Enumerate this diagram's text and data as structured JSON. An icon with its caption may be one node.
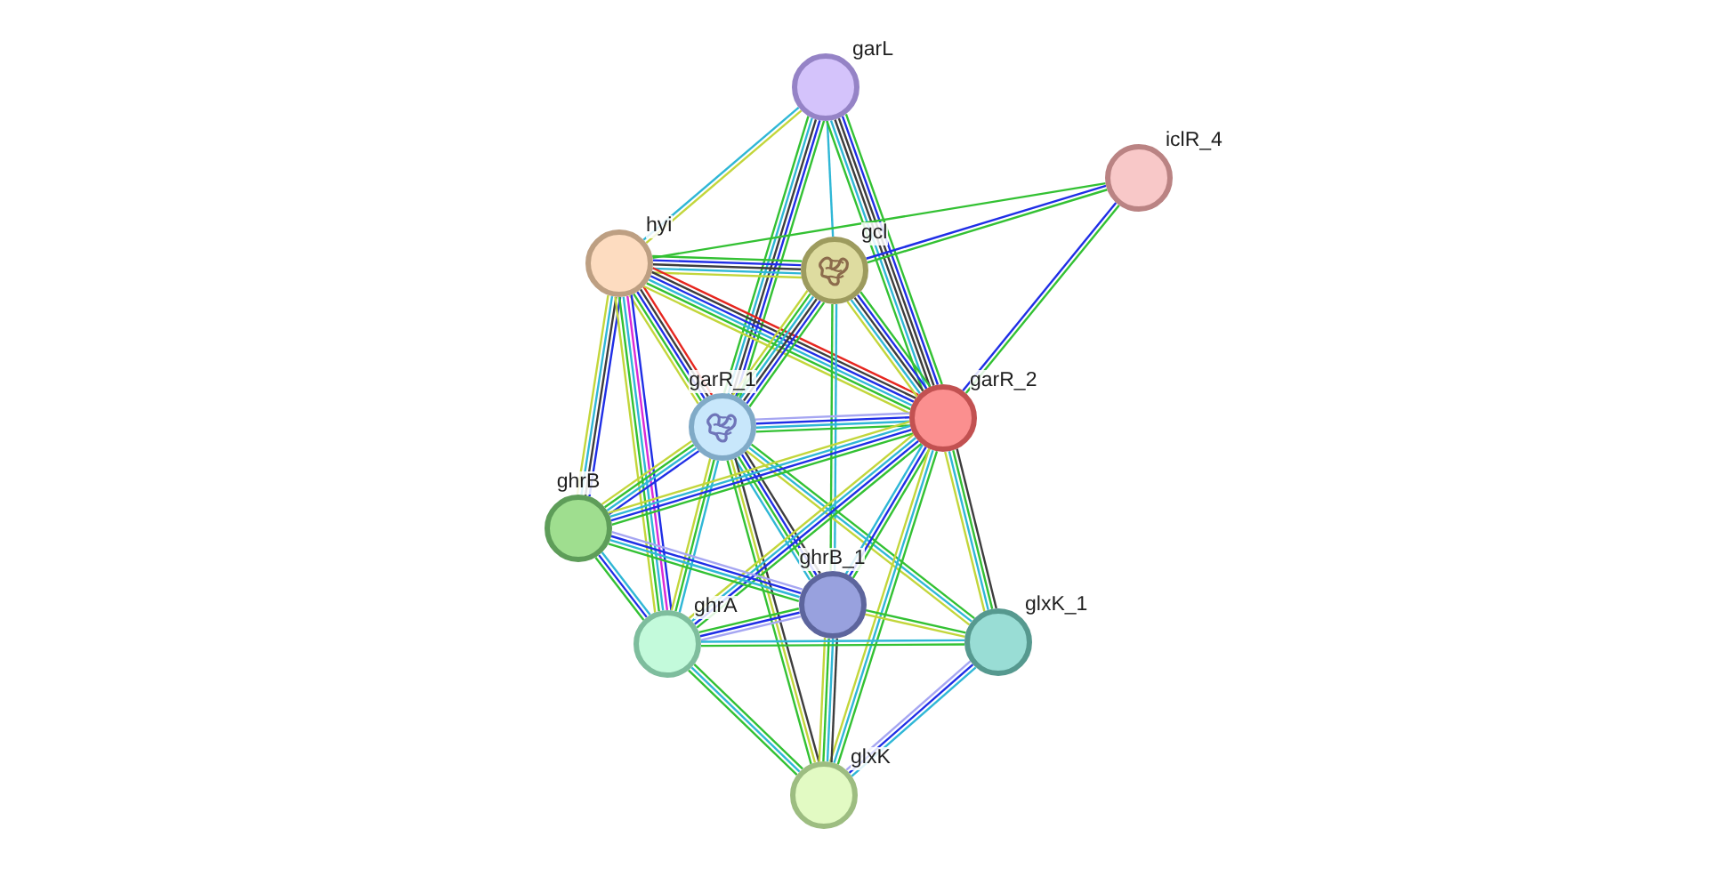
{
  "diagram": {
    "nodes": [
      {
        "text": [
          "garL"
        ]
      },
      {
        "text": [
          "iclR_4"
        ]
      },
      {
        "text": [
          "hyi"
        ]
      },
      {
        "text": [
          "gcl"
        ]
      },
      {
        "text": [
          "garR_1"
        ]
      },
      {
        "text": [
          "garR_2"
        ]
      },
      {
        "text": [
          "ghrB"
        ]
      },
      {
        "text": [
          "ghrB_1"
        ]
      },
      {
        "text": [
          "ghrA"
        ]
      },
      {
        "text": [
          "glxK_1"
        ]
      },
      {
        "text": [
          "glxK"
        ]
      }
    ],
    "edges": [
      {
        "from": 0,
        "to": 2,
        "arrow": "none",
        "color": "#c3d63b"
      },
      {
        "from": 0,
        "to": 2,
        "arrow": "none",
        "color": "#2fb7d6"
      },
      {
        "from": 0,
        "to": 3,
        "arrow": "none",
        "color": "#2fb7d6"
      },
      {
        "from": 0,
        "to": 4,
        "arrow": "none"
      },
      {
        "from": 0,
        "to": 4,
        "arrow": "none",
        "color": "#1f2ee6"
      },
      {
        "from": 0,
        "to": 4,
        "arrow": "none",
        "color": "#3d3d3d"
      },
      {
        "from": 0,
        "to": 4,
        "arrow": "none",
        "color": "#2fb7d6"
      },
      {
        "from": 0,
        "to": 4,
        "arrow": "none"
      },
      {
        "from": 0,
        "to": 5,
        "arrow": "none"
      },
      {
        "from": 0,
        "to": 5,
        "arrow": "none",
        "color": "#1f2ee6"
      },
      {
        "from": 0,
        "to": 5,
        "arrow": "none",
        "color": "#3d3d3d"
      },
      {
        "from": 0,
        "to": 5,
        "arrow": "none",
        "color": "#3d3d3d"
      },
      {
        "from": 0,
        "to": 5,
        "arrow": "none",
        "color": "#2fb7d6"
      },
      {
        "from": 0,
        "to": 5,
        "arrow": "none"
      },
      {
        "from": 1,
        "to": 2,
        "arrow": "none"
      },
      {
        "from": 1,
        "to": 3,
        "arrow": "none"
      },
      {
        "from": 1,
        "to": 3,
        "arrow": "none",
        "color": "#1f2ee6"
      },
      {
        "from": 1,
        "to": 5,
        "arrow": "none"
      },
      {
        "from": 1,
        "to": 5,
        "arrow": "none",
        "color": "#1f2ee6"
      },
      {
        "from": 2,
        "to": 3,
        "arrow": "none"
      },
      {
        "from": 2,
        "to": 3,
        "arrow": "none",
        "color": "#1f2ee6"
      },
      {
        "from": 2,
        "to": 3,
        "arrow": "none",
        "color": "#3d3d3d"
      },
      {
        "from": 2,
        "to": 3,
        "arrow": "none",
        "color": "#2fb7d6"
      },
      {
        "from": 2,
        "to": 3,
        "arrow": "none",
        "color": "#c3d63b"
      },
      {
        "from": 2,
        "to": 4,
        "arrow": "none",
        "color": "#e6261f"
      },
      {
        "from": 2,
        "to": 4,
        "arrow": "none",
        "color": "#3d3d3d"
      },
      {
        "from": 2,
        "to": 4,
        "arrow": "none",
        "color": "#1f2ee6"
      },
      {
        "from": 2,
        "to": 4,
        "arrow": "none"
      },
      {
        "from": 2,
        "to": 4,
        "arrow": "none",
        "color": "#c3d63b"
      },
      {
        "from": 2,
        "to": 5,
        "arrow": "none",
        "color": "#e6261f"
      },
      {
        "from": 2,
        "to": 5,
        "arrow": "none",
        "color": "#3d3d3d"
      },
      {
        "from": 2,
        "to": 5,
        "arrow": "none",
        "color": "#1f2ee6"
      },
      {
        "from": 2,
        "to": 5,
        "arrow": "none",
        "color": "#2fb7d6"
      },
      {
        "from": 2,
        "to": 5,
        "arrow": "none"
      },
      {
        "from": 2,
        "to": 5,
        "arrow": "none",
        "color": "#c3d63b"
      },
      {
        "from": 2,
        "to": 6,
        "arrow": "none",
        "color": "#1f2ee6"
      },
      {
        "from": 2,
        "to": 6,
        "arrow": "none",
        "color": "#3d3d3d"
      },
      {
        "from": 2,
        "to": 6,
        "arrow": "none",
        "color": "#2fb7d6"
      },
      {
        "from": 2,
        "to": 6,
        "arrow": "none",
        "color": "#c3d63b"
      },
      {
        "from": 2,
        "to": 8,
        "arrow": "none",
        "color": "#1f2ee6"
      },
      {
        "from": 2,
        "to": 8,
        "arrow": "none",
        "color": "#d82ad8"
      },
      {
        "from": 2,
        "to": 8,
        "arrow": "none",
        "color": "#2fb7d6"
      },
      {
        "from": 2,
        "to": 8,
        "arrow": "none"
      },
      {
        "from": 2,
        "to": 8,
        "arrow": "none",
        "color": "#c3d63b"
      },
      {
        "from": 3,
        "to": 4,
        "arrow": "none"
      },
      {
        "from": 3,
        "to": 4,
        "arrow": "none",
        "color": "#1f2ee6"
      },
      {
        "from": 3,
        "to": 4,
        "arrow": "none",
        "color": "#3d3d3d"
      },
      {
        "from": 3,
        "to": 4,
        "arrow": "none",
        "color": "#2fb7d6"
      },
      {
        "from": 3,
        "to": 4,
        "arrow": "none"
      },
      {
        "from": 3,
        "to": 4,
        "arrow": "none",
        "color": "#c3d63b"
      },
      {
        "from": 3,
        "to": 5,
        "arrow": "none"
      },
      {
        "from": 3,
        "to": 5,
        "arrow": "none",
        "color": "#1f2ee6"
      },
      {
        "from": 3,
        "to": 5,
        "arrow": "none",
        "color": "#3d3d3d"
      },
      {
        "from": 3,
        "to": 5,
        "arrow": "none",
        "color": "#2fb7d6"
      },
      {
        "from": 3,
        "to": 5,
        "arrow": "none",
        "color": "#c3d63b"
      },
      {
        "from": 3,
        "to": 7,
        "arrow": "none",
        "color": "#2fb7d6"
      },
      {
        "from": 3,
        "to": 7,
        "arrow": "none"
      },
      {
        "from": 4,
        "to": 5,
        "arrow": "none",
        "color": "#a6a6f2"
      },
      {
        "from": 4,
        "to": 5,
        "arrow": "none",
        "color": "#1f2ee6"
      },
      {
        "from": 4,
        "to": 5,
        "arrow": "none",
        "color": "#2fb7d6"
      },
      {
        "from": 4,
        "to": 5,
        "arrow": "none"
      },
      {
        "from": 4,
        "to": 6,
        "arrow": "none",
        "color": "#1f2ee6"
      },
      {
        "from": 4,
        "to": 6,
        "arrow": "none",
        "color": "#2fb7d6"
      },
      {
        "from": 4,
        "to": 6,
        "arrow": "none"
      },
      {
        "from": 4,
        "to": 6,
        "arrow": "none",
        "color": "#c3d63b"
      },
      {
        "from": 4,
        "to": 7,
        "arrow": "none",
        "color": "#3d3d3d"
      },
      {
        "from": 4,
        "to": 7,
        "arrow": "none",
        "color": "#1f2ee6"
      },
      {
        "from": 4,
        "to": 7,
        "arrow": "none"
      },
      {
        "from": 4,
        "to": 7,
        "arrow": "none",
        "color": "#2fb7d6"
      },
      {
        "from": 4,
        "to": 8,
        "arrow": "none",
        "color": "#2fb7d6"
      },
      {
        "from": 4,
        "to": 8,
        "arrow": "none"
      },
      {
        "from": 4,
        "to": 8,
        "arrow": "none",
        "color": "#c3d63b"
      },
      {
        "from": 4,
        "to": 9,
        "arrow": "none"
      },
      {
        "from": 4,
        "to": 9,
        "arrow": "none",
        "color": "#2fb7d6"
      },
      {
        "from": 4,
        "to": 9,
        "arrow": "none",
        "color": "#c3d63b"
      },
      {
        "from": 4,
        "to": 10,
        "arrow": "none",
        "color": "#3d3d3d"
      },
      {
        "from": 4,
        "to": 10,
        "arrow": "none",
        "color": "#c3d63b"
      },
      {
        "from": 4,
        "to": 10,
        "arrow": "none"
      },
      {
        "from": 5,
        "to": 6,
        "arrow": "none"
      },
      {
        "from": 5,
        "to": 6,
        "arrow": "none",
        "color": "#1f2ee6"
      },
      {
        "from": 5,
        "to": 6,
        "arrow": "none",
        "color": "#2fb7d6"
      },
      {
        "from": 5,
        "to": 6,
        "arrow": "none",
        "color": "#c3d63b"
      },
      {
        "from": 5,
        "to": 7,
        "arrow": "none"
      },
      {
        "from": 5,
        "to": 7,
        "arrow": "none",
        "color": "#1f2ee6"
      },
      {
        "from": 5,
        "to": 7,
        "arrow": "none",
        "color": "#2fb7d6"
      },
      {
        "from": 5,
        "to": 8,
        "arrow": "none"
      },
      {
        "from": 5,
        "to": 8,
        "arrow": "none",
        "color": "#1f2ee6"
      },
      {
        "from": 5,
        "to": 8,
        "arrow": "none",
        "color": "#2fb7d6"
      },
      {
        "from": 5,
        "to": 8,
        "arrow": "none",
        "color": "#c3d63b"
      },
      {
        "from": 5,
        "to": 9,
        "arrow": "none",
        "color": "#3d3d3d"
      },
      {
        "from": 5,
        "to": 9,
        "arrow": "none"
      },
      {
        "from": 5,
        "to": 9,
        "arrow": "none",
        "color": "#2fb7d6"
      },
      {
        "from": 5,
        "to": 9,
        "arrow": "none",
        "color": "#c3d63b"
      },
      {
        "from": 5,
        "to": 10,
        "arrow": "none"
      },
      {
        "from": 5,
        "to": 10,
        "arrow": "none",
        "color": "#2fb7d6"
      },
      {
        "from": 5,
        "to": 10,
        "arrow": "none",
        "color": "#c3d63b"
      },
      {
        "from": 6,
        "to": 7,
        "arrow": "none",
        "color": "#a6a6f2"
      },
      {
        "from": 6,
        "to": 7,
        "arrow": "none",
        "color": "#1f2ee6"
      },
      {
        "from": 6,
        "to": 7,
        "arrow": "none",
        "color": "#2fb7d6"
      },
      {
        "from": 6,
        "to": 7,
        "arrow": "none"
      },
      {
        "from": 6,
        "to": 8,
        "arrow": "none",
        "color": "#2fb7d6"
      },
      {
        "from": 6,
        "to": 8,
        "arrow": "none",
        "color": "#1f2ee6"
      },
      {
        "from": 6,
        "to": 8,
        "arrow": "none"
      },
      {
        "from": 7,
        "to": 8,
        "arrow": "none",
        "color": "#a6a6f2"
      },
      {
        "from": 7,
        "to": 8,
        "arrow": "none",
        "color": "#1f2ee6"
      },
      {
        "from": 7,
        "to": 8,
        "arrow": "none"
      },
      {
        "from": 7,
        "to": 9,
        "arrow": "none"
      },
      {
        "from": 7,
        "to": 9,
        "arrow": "none",
        "color": "#c3d63b"
      },
      {
        "from": 7,
        "to": 10,
        "arrow": "none",
        "color": "#3d3d3d"
      },
      {
        "from": 7,
        "to": 10,
        "arrow": "none",
        "color": "#2fb7d6"
      },
      {
        "from": 7,
        "to": 10,
        "arrow": "none"
      },
      {
        "from": 7,
        "to": 10,
        "arrow": "none",
        "color": "#c3d63b"
      },
      {
        "from": 8,
        "to": 9,
        "arrow": "none",
        "color": "#2fb7d6"
      },
      {
        "from": 8,
        "to": 9,
        "arrow": "none"
      },
      {
        "from": 8,
        "to": 10,
        "arrow": "none"
      },
      {
        "from": 8,
        "to": 10,
        "arrow": "none",
        "color": "#2fb7d6"
      },
      {
        "from": 8,
        "to": 10,
        "arrow": "none"
      },
      {
        "from": 9,
        "to": 10,
        "arrow": "none",
        "color": "#2fb7d6"
      },
      {
        "from": 9,
        "to": 10,
        "arrow": "none",
        "color": "#1f2ee6"
      },
      {
        "from": 9,
        "to": 10,
        "arrow": "none",
        "color": "#a6a6f2"
      }
    ]
  }
}
